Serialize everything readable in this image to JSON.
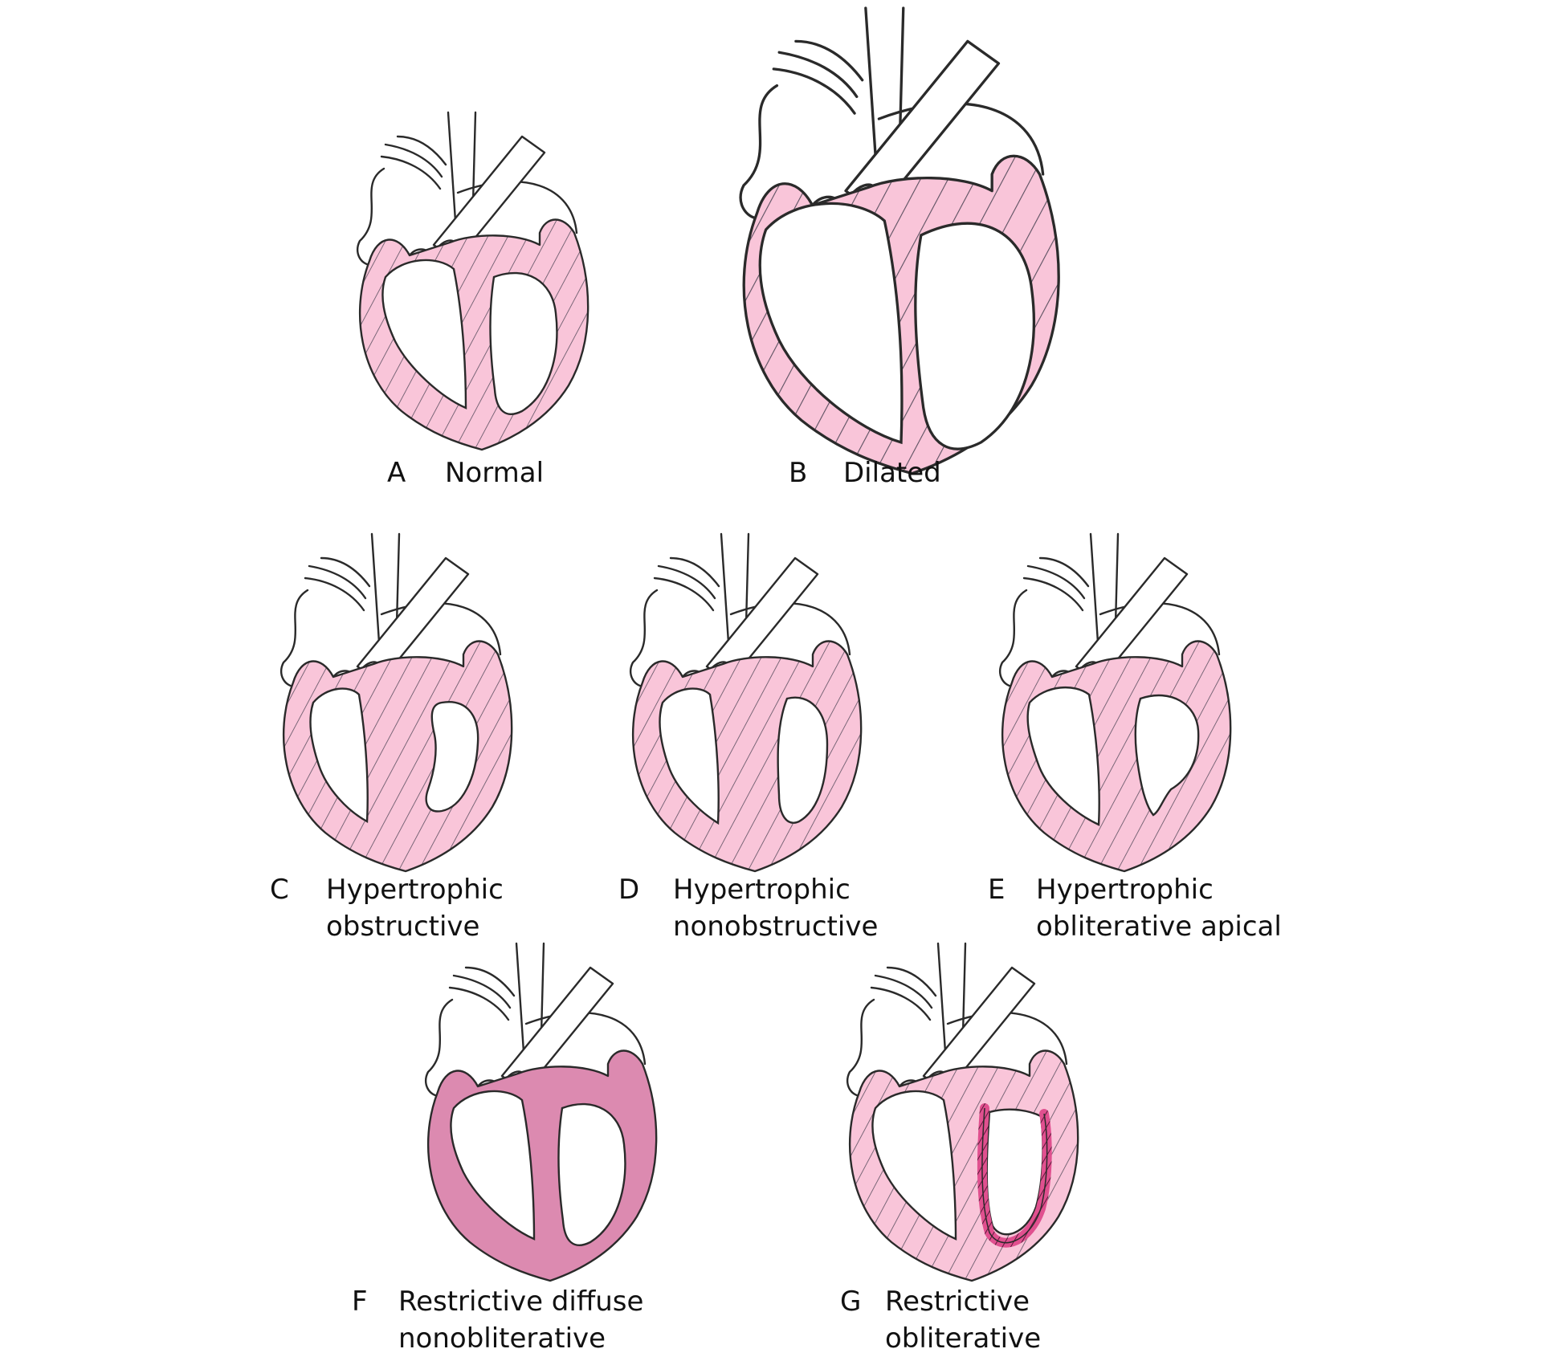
{
  "colors": {
    "outline": "#2a2a2a",
    "myocardium_pink": "#f9c5d9",
    "hatch": "#5b5060",
    "restrictive_fill": "#dc8ab0",
    "fibrosis_magenta": "#e0508f",
    "background": "#ffffff"
  },
  "panels": [
    {
      "id": "A",
      "letter": "A",
      "lines": [
        "Normal"
      ],
      "style": "normal"
    },
    {
      "id": "B",
      "letter": "B",
      "lines": [
        "Dilated"
      ],
      "style": "dilated"
    },
    {
      "id": "C",
      "letter": "C",
      "lines": [
        "Hypertrophic",
        "obstructive"
      ],
      "style": "hcm-obstructive"
    },
    {
      "id": "D",
      "letter": "D",
      "lines": [
        "Hypertrophic",
        "nonobstructive"
      ],
      "style": "hcm-nonobstructive"
    },
    {
      "id": "E",
      "letter": "E",
      "lines": [
        "Hypertrophic",
        "obliterative apical"
      ],
      "style": "hcm-apical"
    },
    {
      "id": "F",
      "letter": "F",
      "lines": [
        "Restrictive diffuse",
        "nonobliterative"
      ],
      "style": "restrictive-diffuse"
    },
    {
      "id": "G",
      "letter": "G",
      "lines": [
        "Restrictive",
        "obliterative"
      ],
      "style": "restrictive-obliterative"
    }
  ]
}
